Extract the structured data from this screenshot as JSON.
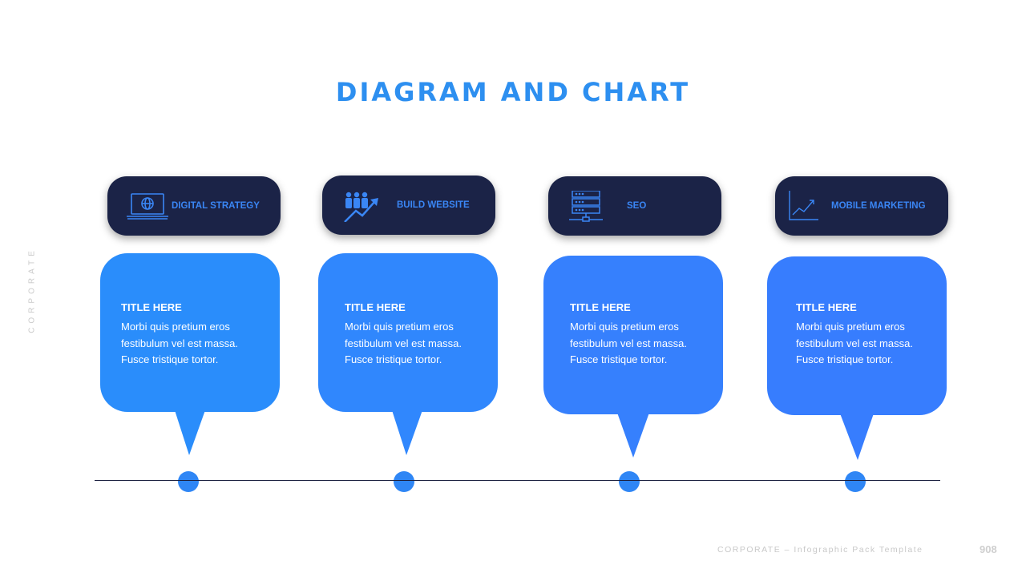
{
  "title": "DIAGRAM AND CHART",
  "side_label": "CORPORATE",
  "footer": {
    "text": "CORPORATE – Infographic Pack Template",
    "page_number": "908"
  },
  "colors": {
    "title": "#2d8ff0",
    "pill_bg": "#1b2347",
    "pill_text": "#3a86f5",
    "bubble": [
      "#2a8dfb",
      "#3087fd",
      "#3680fd",
      "#377dfe"
    ],
    "dot": "#2f86f5"
  },
  "steps": [
    {
      "label": "DIGITAL STRATEGY",
      "icon": "laptop-globe-icon",
      "heading": "TITLE HERE",
      "text": "Morbi quis pretium eros festibulum vel est massa. Fusce tristique tortor."
    },
    {
      "label": "BUILD WEBSITE",
      "icon": "team-growth-icon",
      "heading": "TITLE HERE",
      "text": "Morbi quis pretium eros festibulum vel est massa. Fusce tristique tortor."
    },
    {
      "label": "SEO",
      "icon": "server-network-icon",
      "heading": "TITLE HERE",
      "text": "Morbi quis pretium eros festibulum vel est massa. Fusce tristique tortor."
    },
    {
      "label": "MOBILE MARKETING",
      "icon": "line-chart-icon",
      "heading": "TITLE HERE",
      "text": "Morbi quis pretium eros festibulum vel est massa. Fusce tristique tortor."
    }
  ]
}
